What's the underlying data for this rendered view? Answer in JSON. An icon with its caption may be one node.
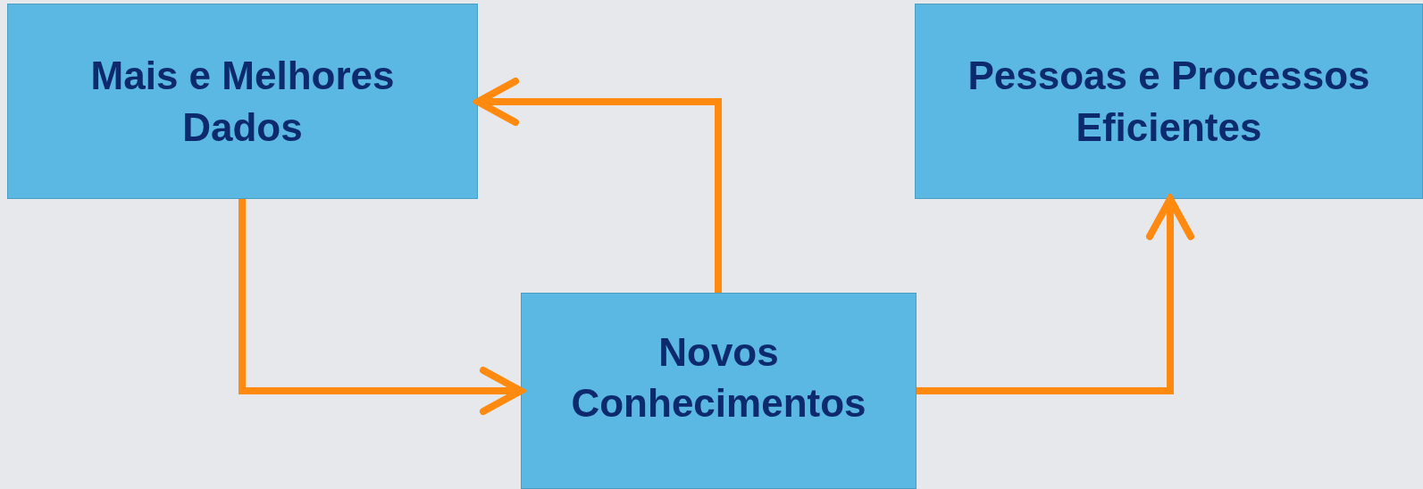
{
  "diagram": {
    "nodes": [
      {
        "text": [
          "Mais e Melhores Dados"
        ]
      },
      {
        "text": [
          "Pessoas e Processos Eficientes"
        ]
      },
      {
        "text": [
          "Novos Conhecimentos"
        ]
      }
    ],
    "edges": [
      {
        "from": 0,
        "to": 2,
        "arrow": "to"
      },
      {
        "from": 2,
        "to": 0,
        "arrow": "to"
      },
      {
        "from": 2,
        "to": 1,
        "arrow": "to"
      }
    ]
  }
}
